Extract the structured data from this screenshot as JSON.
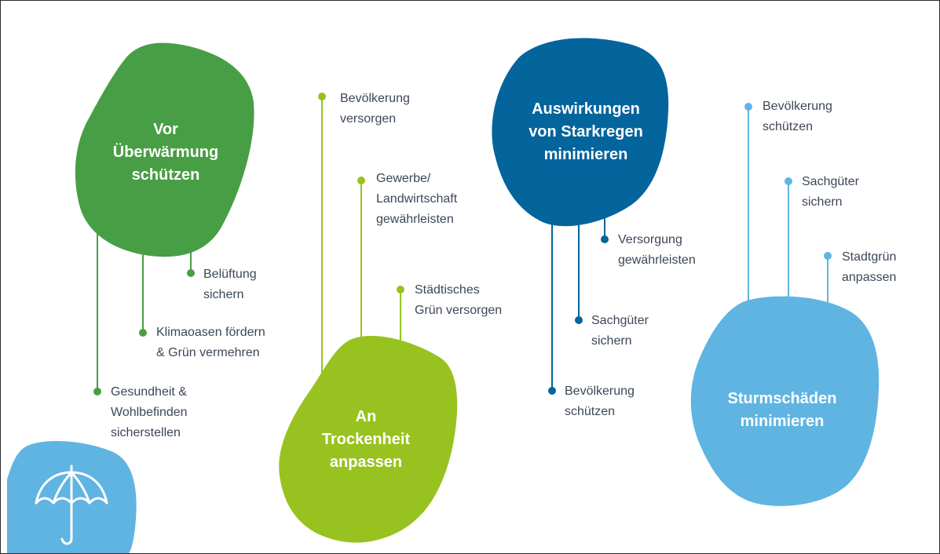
{
  "colors": {
    "dark_green": "#489e45",
    "lime_green": "#98c21f",
    "dark_blue": "#04649c",
    "light_blue": "#60b4e2",
    "text": "#3c4759"
  },
  "groups": [
    {
      "title": "Vor\nÜberwärmung\nschützen",
      "color": "dark_green",
      "items": [
        "Belüftung\nsichern",
        "Klimaoasen fördern\n& Grün vermehren",
        "Gesundheit &\nWohlbefinden\nsicherstellen"
      ]
    },
    {
      "title": "An\nTrockenheit\nanpassen",
      "color": "lime_green",
      "items": [
        "Bevölkerung\nversorgen",
        "Gewerbe/\nLandwirtschaft\ngewährleisten",
        "Städtisches\nGrün versorgen"
      ]
    },
    {
      "title": "Auswirkungen\nvon Starkregen\nminimieren",
      "color": "dark_blue",
      "items": [
        "Versorgung\ngewährleisten",
        "Sachgüter\nsichern",
        "Bevölkerung\nschützen"
      ]
    },
    {
      "title": "Sturmschäden\nminimieren",
      "color": "light_blue",
      "items": [
        "Bevölkerung\nschützen",
        "Sachgüter\nsichern",
        "Stadtgrün\nanpassen"
      ]
    }
  ],
  "corner_icon": "umbrella-icon"
}
